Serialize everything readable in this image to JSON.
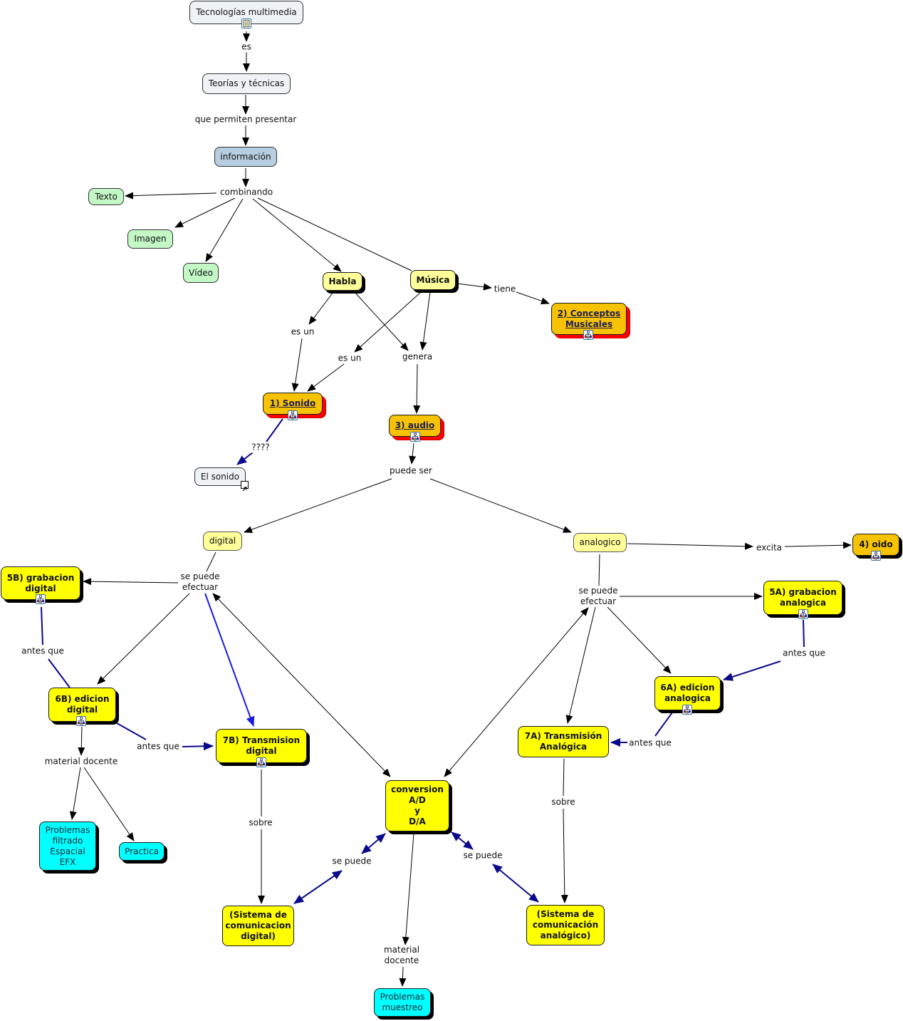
{
  "concepts": {
    "tecnologias": "Tecnologías multimedia",
    "teorias": "Teorías y técnicas",
    "informacion": "información",
    "texto": "Texto",
    "imagen": "Imagen",
    "video": "Vídeo",
    "habla": "Habla",
    "musica": "Música",
    "conceptos": "2) Conceptos\nMusicales",
    "sonido": "1) Sonido",
    "audio": "3) audio",
    "el_sonido": "El sonido",
    "digital": "digital",
    "analogico": "analogico",
    "oido": "4) oido",
    "grab_digital": "5B) grabacion\ndigital",
    "grab_analog": "5A) grabacion\nanalogica",
    "edic_digital": "6B) edicion\ndigital",
    "edic_analog": "6A) edicion\nanalogica",
    "trans_digital": "7B) Transmision\ndigital",
    "trans_analog": "7A) Transmisión\nAnalógica",
    "conversion": "conversion\nA/D\ny\nD/A",
    "sis_digital": "(Sistema de\ncomunicacion\ndigital)",
    "sis_analog": "(Sistema de\ncomunicación\nanalógico)",
    "prob_filtrado": "Problemas\nfiltrado\nEspacial\nEFX",
    "practica": "Practica",
    "prob_muestreo": "Problemas\nmuestreo"
  },
  "links": {
    "es": "es",
    "que_permiten": "que permiten presentar",
    "combinando": "combinando",
    "tiene": "tiene",
    "es_un_1": "es un",
    "es_un_2": "es un",
    "genera": "genera",
    "interrog": "????",
    "puede_ser": "puede ser",
    "excita": "excita",
    "se_puede_efectuar_d": "se puede\nefectuar",
    "se_puede_efectuar_a": "se puede\nefectuar",
    "antes_que_1": "antes que",
    "antes_que_2": "antes que",
    "antes_que_3": "antes que",
    "antes_que_4": "antes que",
    "material_docente_1": "material docente",
    "material_docente_2": "material\ndocente",
    "sobre_1": "sobre",
    "sobre_2": "sobre",
    "se_puede_1": "se puede",
    "se_puede_2": "se puede"
  },
  "icons": {
    "resource": "document-icon",
    "submap": "concept-map-icon",
    "external": "external-link-icon"
  },
  "colors": {
    "line": "#000000",
    "blue_line": "#0a0a8a",
    "bright_blue_line": "#1a1ae6"
  }
}
